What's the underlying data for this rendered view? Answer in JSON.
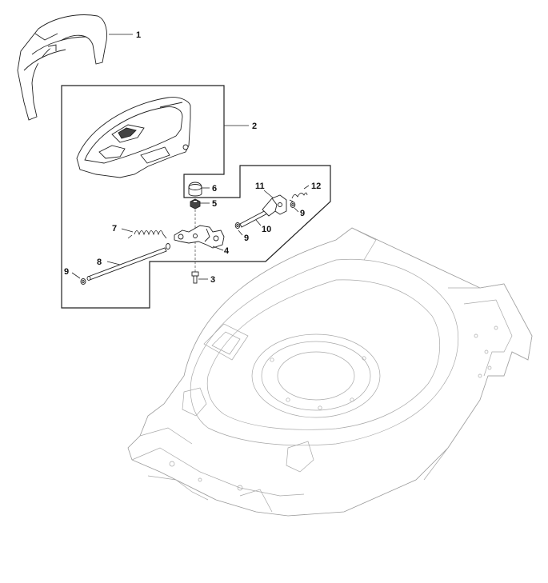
{
  "callouts": {
    "1": "1",
    "2": "2",
    "3": "3",
    "4": "4",
    "5": "5",
    "6": "6",
    "7": "7",
    "8": "8",
    "9a": "9",
    "9b": "9",
    "9c": "9",
    "10": "10",
    "11": "11",
    "12": "12"
  },
  "colors": {
    "line": "#222222",
    "deck": "#9a9a9a",
    "background": "#ffffff"
  }
}
